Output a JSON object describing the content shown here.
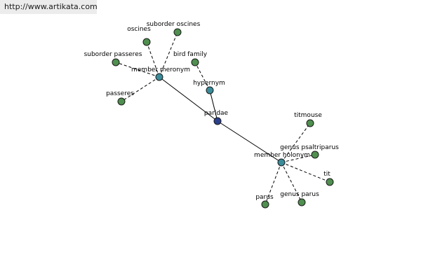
{
  "header": {
    "url_text": "http://www.artikata.com"
  },
  "graph": {
    "nodes": [
      {
        "id": "paridae",
        "label": "paridae",
        "type": "center",
        "color": "#2b3f8c"
      },
      {
        "id": "member_meronym",
        "label": "member meronym",
        "type": "relation",
        "color": "#3a8c9a"
      },
      {
        "id": "hypernym",
        "label": "hypernym",
        "type": "relation",
        "color": "#3a8c9a"
      },
      {
        "id": "member_holonym",
        "label": "member holonym",
        "type": "relation",
        "color": "#3a8c9a"
      },
      {
        "id": "oscines",
        "label": "oscines",
        "type": "leaf",
        "color": "#4f8f4f"
      },
      {
        "id": "suborder_oscines",
        "label": "suborder oscines",
        "type": "leaf",
        "color": "#4f8f4f"
      },
      {
        "id": "suborder_passeres",
        "label": "suborder passeres",
        "type": "leaf",
        "color": "#4f8f4f"
      },
      {
        "id": "passeres",
        "label": "passeres",
        "type": "leaf",
        "color": "#4f8f4f"
      },
      {
        "id": "bird_family",
        "label": "bird family",
        "type": "leaf",
        "color": "#4f8f4f"
      },
      {
        "id": "titmouse",
        "label": "titmouse",
        "type": "leaf",
        "color": "#4f8f4f"
      },
      {
        "id": "genus_psaltriparus",
        "label": "genus psaltriparus",
        "type": "leaf",
        "color": "#4f8f4f"
      },
      {
        "id": "tit",
        "label": "tit",
        "type": "leaf",
        "color": "#4f8f4f"
      },
      {
        "id": "genus_parus",
        "label": "genus parus",
        "type": "leaf",
        "color": "#4f8f4f"
      },
      {
        "id": "parus",
        "label": "parus",
        "type": "leaf",
        "color": "#4f8f4f"
      }
    ],
    "edges": [
      {
        "from": "paridae",
        "to": "member_meronym",
        "style": "solid"
      },
      {
        "from": "paridae",
        "to": "hypernym",
        "style": "solid"
      },
      {
        "from": "paridae",
        "to": "member_holonym",
        "style": "solid"
      },
      {
        "from": "member_meronym",
        "to": "oscines",
        "style": "dashed"
      },
      {
        "from": "member_meronym",
        "to": "suborder_oscines",
        "style": "dashed"
      },
      {
        "from": "member_meronym",
        "to": "suborder_passeres",
        "style": "dashed"
      },
      {
        "from": "member_meronym",
        "to": "passeres",
        "style": "dashed"
      },
      {
        "from": "hypernym",
        "to": "bird_family",
        "style": "dashed"
      },
      {
        "from": "member_holonym",
        "to": "titmouse",
        "style": "dashed"
      },
      {
        "from": "member_holonym",
        "to": "genus_psaltriparus",
        "style": "dashed"
      },
      {
        "from": "member_holonym",
        "to": "tit",
        "style": "dashed"
      },
      {
        "from": "member_holonym",
        "to": "genus_parus",
        "style": "dashed"
      },
      {
        "from": "member_holonym",
        "to": "parus",
        "style": "dashed"
      }
    ]
  }
}
